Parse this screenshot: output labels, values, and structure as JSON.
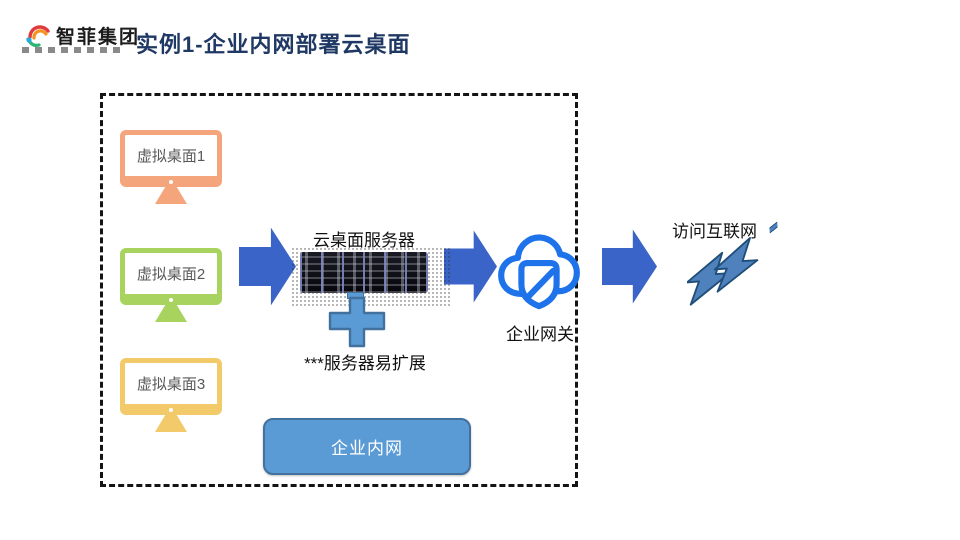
{
  "logo": {
    "name": "智菲集团"
  },
  "header": {
    "title": "实例1-企业内网部署云桌面"
  },
  "diagram": {
    "desktops": [
      {
        "label": "虚拟桌面1"
      },
      {
        "label": "虚拟桌面2"
      },
      {
        "label": "虚拟桌面3"
      }
    ],
    "server": {
      "title": "云桌面服务器",
      "note": "***服务器易扩展"
    },
    "gateway": {
      "label": "企业网关"
    },
    "internet": {
      "label": "访问互联网"
    },
    "intranet": {
      "label": "企业内网"
    }
  },
  "colors": {
    "title_navy": "#1F3864",
    "arrow_blue": "#3B64C8",
    "cloud_blue": "#1E72EA",
    "box_blue_fill": "#5B9BD5",
    "box_blue_border": "#41719C",
    "bolt_fill": "#4F81BD",
    "bolt_stroke": "#1F4E79",
    "monitor1": "#F5A57C",
    "monitor2": "#A8D35F",
    "monitor3": "#F2CA6A",
    "label_gray": "#595959"
  }
}
